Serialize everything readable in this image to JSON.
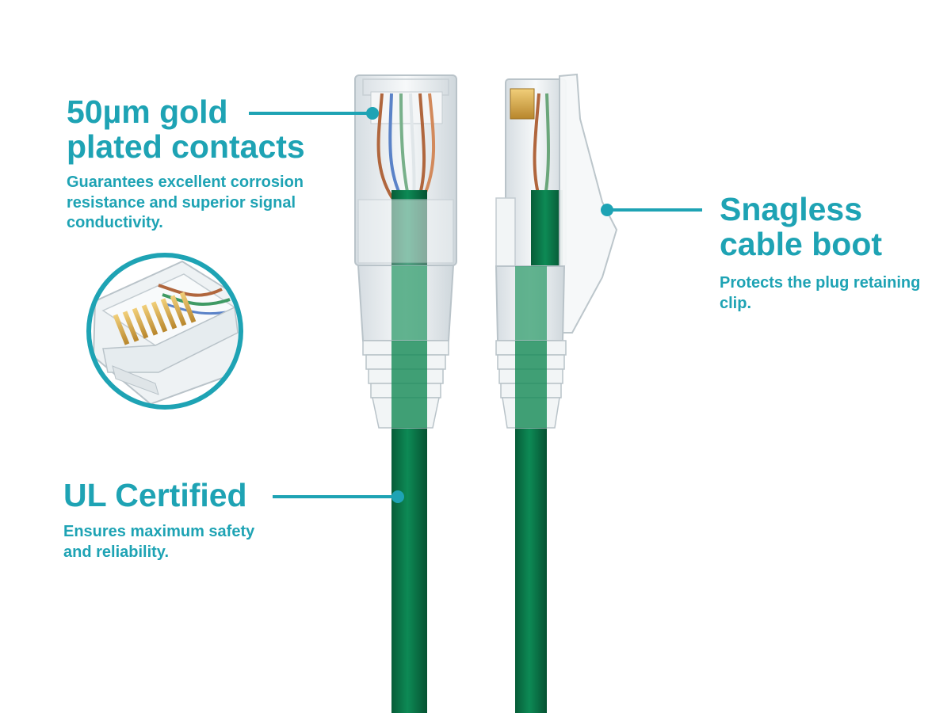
{
  "colors": {
    "accent": "#1ea3b4",
    "cable_green": "#0b7a4b",
    "clear_plastic": "#e9eef1"
  },
  "callouts": {
    "contacts": {
      "title_line1": "50µm gold",
      "title_line2": "plated contacts",
      "description": "Guarantees excellent corrosion resistance and superior signal conductivity."
    },
    "boot": {
      "title_line1": "Snagless",
      "title_line2": "cable boot",
      "description": "Protects the plug retaining clip."
    },
    "certified": {
      "title": "UL Certified",
      "description": "Ensures maximum safety and reliability."
    }
  },
  "icons": {
    "left_plug": "rj45-plug-front-icon",
    "right_plug": "rj45-plug-side-icon",
    "zoom": "gold-contacts-closeup-icon"
  }
}
